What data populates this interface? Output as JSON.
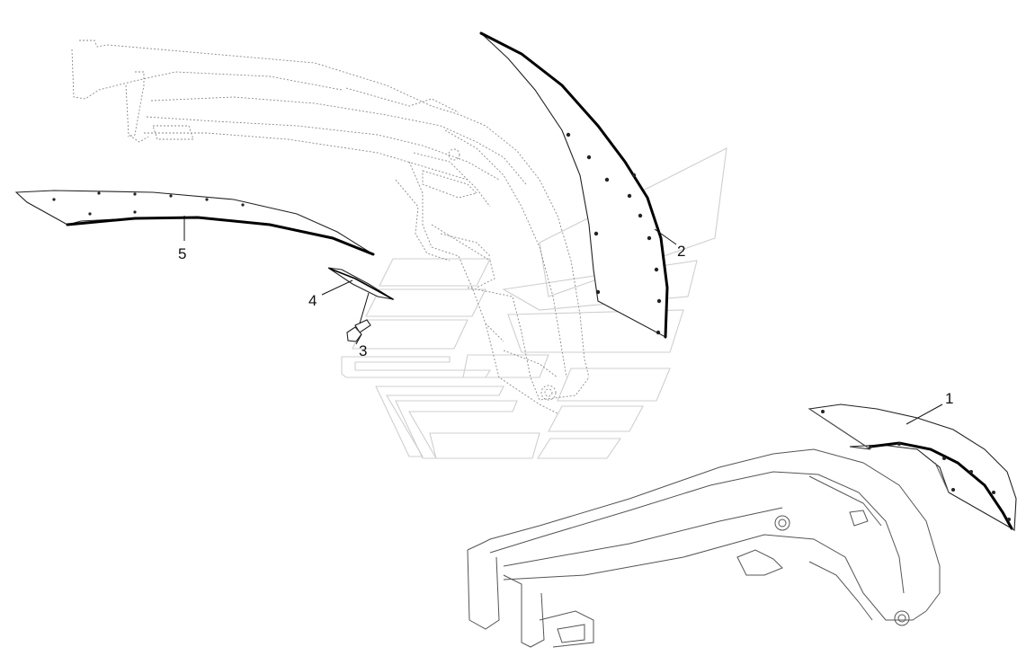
{
  "callouts": [
    {
      "label": "1"
    },
    {
      "label": "2"
    },
    {
      "label": "3"
    },
    {
      "label": "4"
    },
    {
      "label": "5"
    }
  ],
  "colors": {
    "line": "#222222",
    "dotted_frame": "#8a8a8a",
    "watermark": "#cfcfcf",
    "background": "#ffffff"
  }
}
